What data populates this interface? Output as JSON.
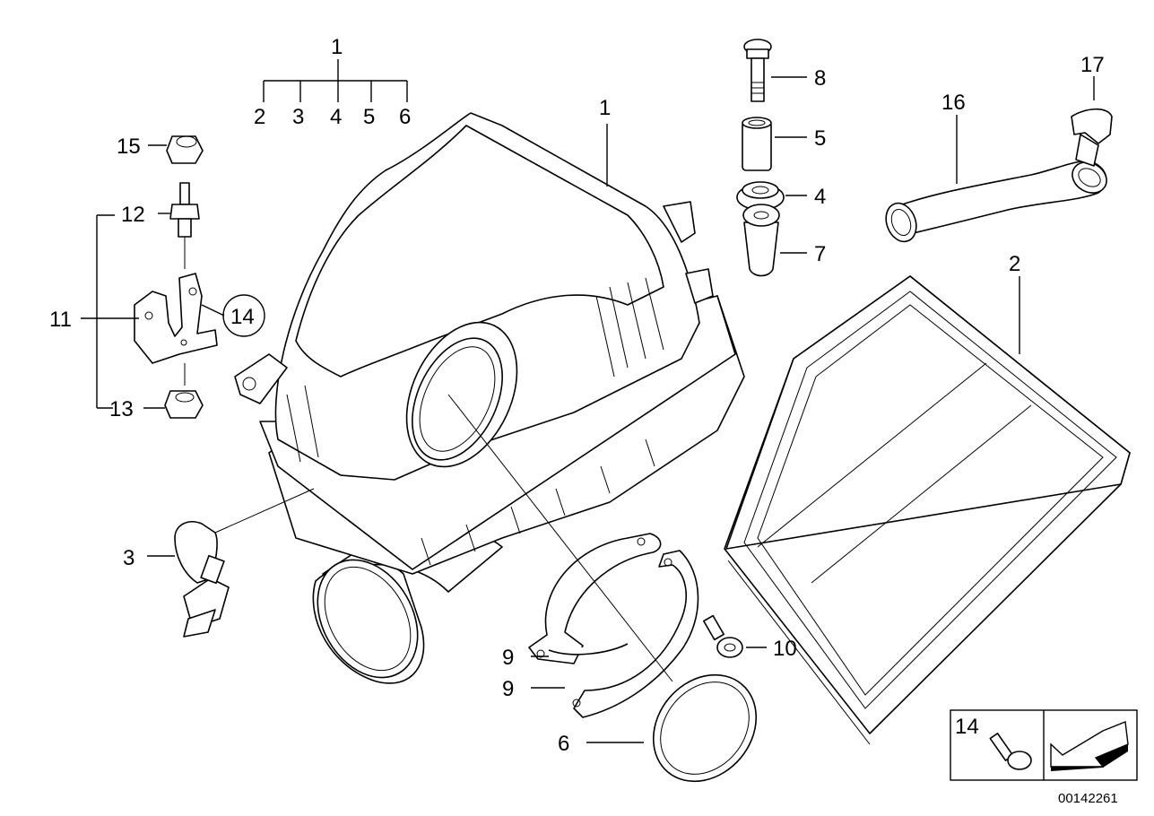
{
  "diagram": {
    "callouts": {
      "c1_top": "1",
      "c2_top": "2",
      "c3_top": "3",
      "c4_top": "4",
      "c5_top": "5",
      "c6_top": "6",
      "c1_housing": "1",
      "c2_filter": "2",
      "c3_sensor": "3",
      "c4_grommet": "4",
      "c5_sleeve": "5",
      "c6_ring": "6",
      "c7_nut": "7",
      "c8_screw": "8",
      "c9_upper": "9",
      "c9_lower": "9",
      "c10_screw": "10",
      "c11_bracket": "11",
      "c12_stud": "12",
      "c13_nut": "13",
      "c14_circle": "14",
      "c14_legend": "14",
      "c15_nut": "15",
      "c16_hose": "16",
      "c17_clip": "17"
    },
    "drawing_number": "00142261"
  }
}
